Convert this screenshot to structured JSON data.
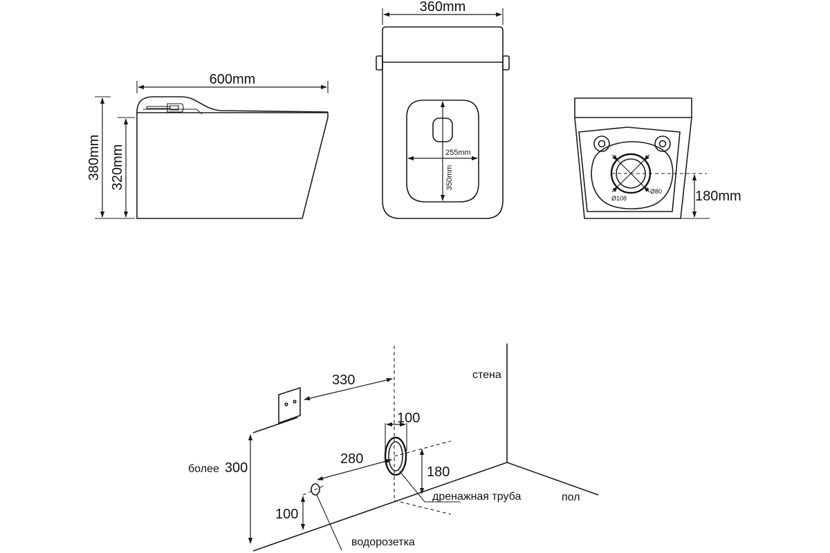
{
  "side_view": {
    "length_label": "600mm",
    "total_height_label": "380mm",
    "body_height_label": "320mm"
  },
  "front_view": {
    "width_label": "360mm",
    "seat_width_label": "255mm",
    "seat_length_label": "350mm"
  },
  "bottom_view": {
    "outlet_height_label": "180mm",
    "outer_diameter_label": "Ø108",
    "inner_diameter_label": "Ø80"
  },
  "installation": {
    "wall_label": "стена",
    "floor_label": "пол",
    "inlet_to_wall_label": "330",
    "inlet_height_prefix": "более",
    "inlet_height_value": "300",
    "drain_diameter_label": "100",
    "drain_spacing_label": "280",
    "drain_height_label": "180",
    "socket_height_label": "100",
    "drain_pipe_label": "дренажная труба",
    "water_socket_label": "водорозетка"
  }
}
